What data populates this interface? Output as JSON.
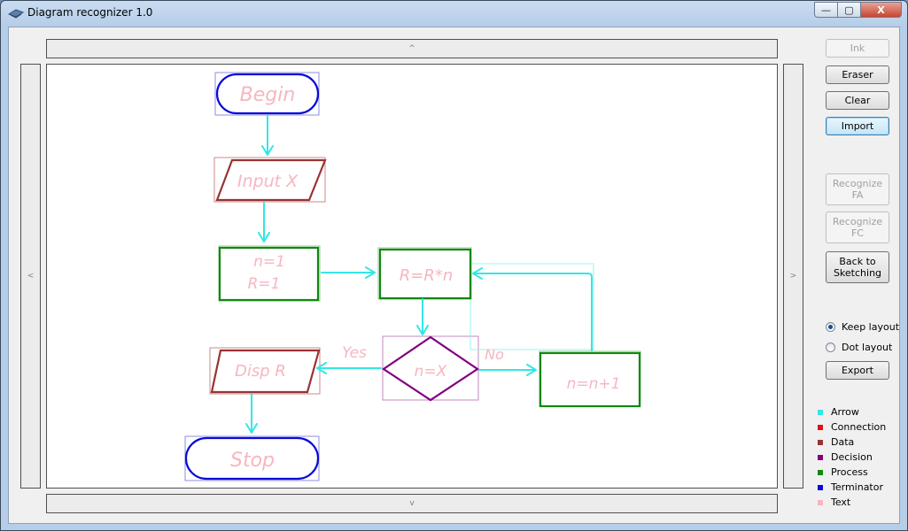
{
  "window": {
    "title": "Diagram recognizer 1.0"
  },
  "caption_buttons": {
    "minimize": "—",
    "maximize": "▢",
    "close": "X"
  },
  "scroll": {
    "up": "^",
    "down": "v",
    "left": "<",
    "right": ">"
  },
  "buttons": {
    "ink": "Ink",
    "eraser": "Eraser",
    "clear": "Clear",
    "import": "Import",
    "recognize_fa": "Recognize FA",
    "recognize_fc": "Recognize FC",
    "back_to_sketching": "Back to Sketching",
    "export": "Export"
  },
  "layout_options": {
    "keep": {
      "label": "Keep layout",
      "checked": true
    },
    "dot": {
      "label": "Dot layout",
      "checked": false
    }
  },
  "legend": [
    {
      "label": "Arrow",
      "color": "#33e6e6"
    },
    {
      "label": "Connection",
      "color": "#e01010"
    },
    {
      "label": "Data",
      "color": "#993333"
    },
    {
      "label": "Decision",
      "color": "#800080"
    },
    {
      "label": "Process",
      "color": "#118811"
    },
    {
      "label": "Terminator",
      "color": "#0a0ad6"
    },
    {
      "label": "Text",
      "color": "#f6b6c1"
    }
  ],
  "diagram": {
    "begin": "Begin",
    "input": "Input X",
    "init_line1": "n=1",
    "init_line2": "R=1",
    "multiply": "R=R*n",
    "decision": "n=X",
    "yes": "Yes",
    "no": "No",
    "increment": "n=n+1",
    "display": "Disp R",
    "stop": "Stop"
  }
}
